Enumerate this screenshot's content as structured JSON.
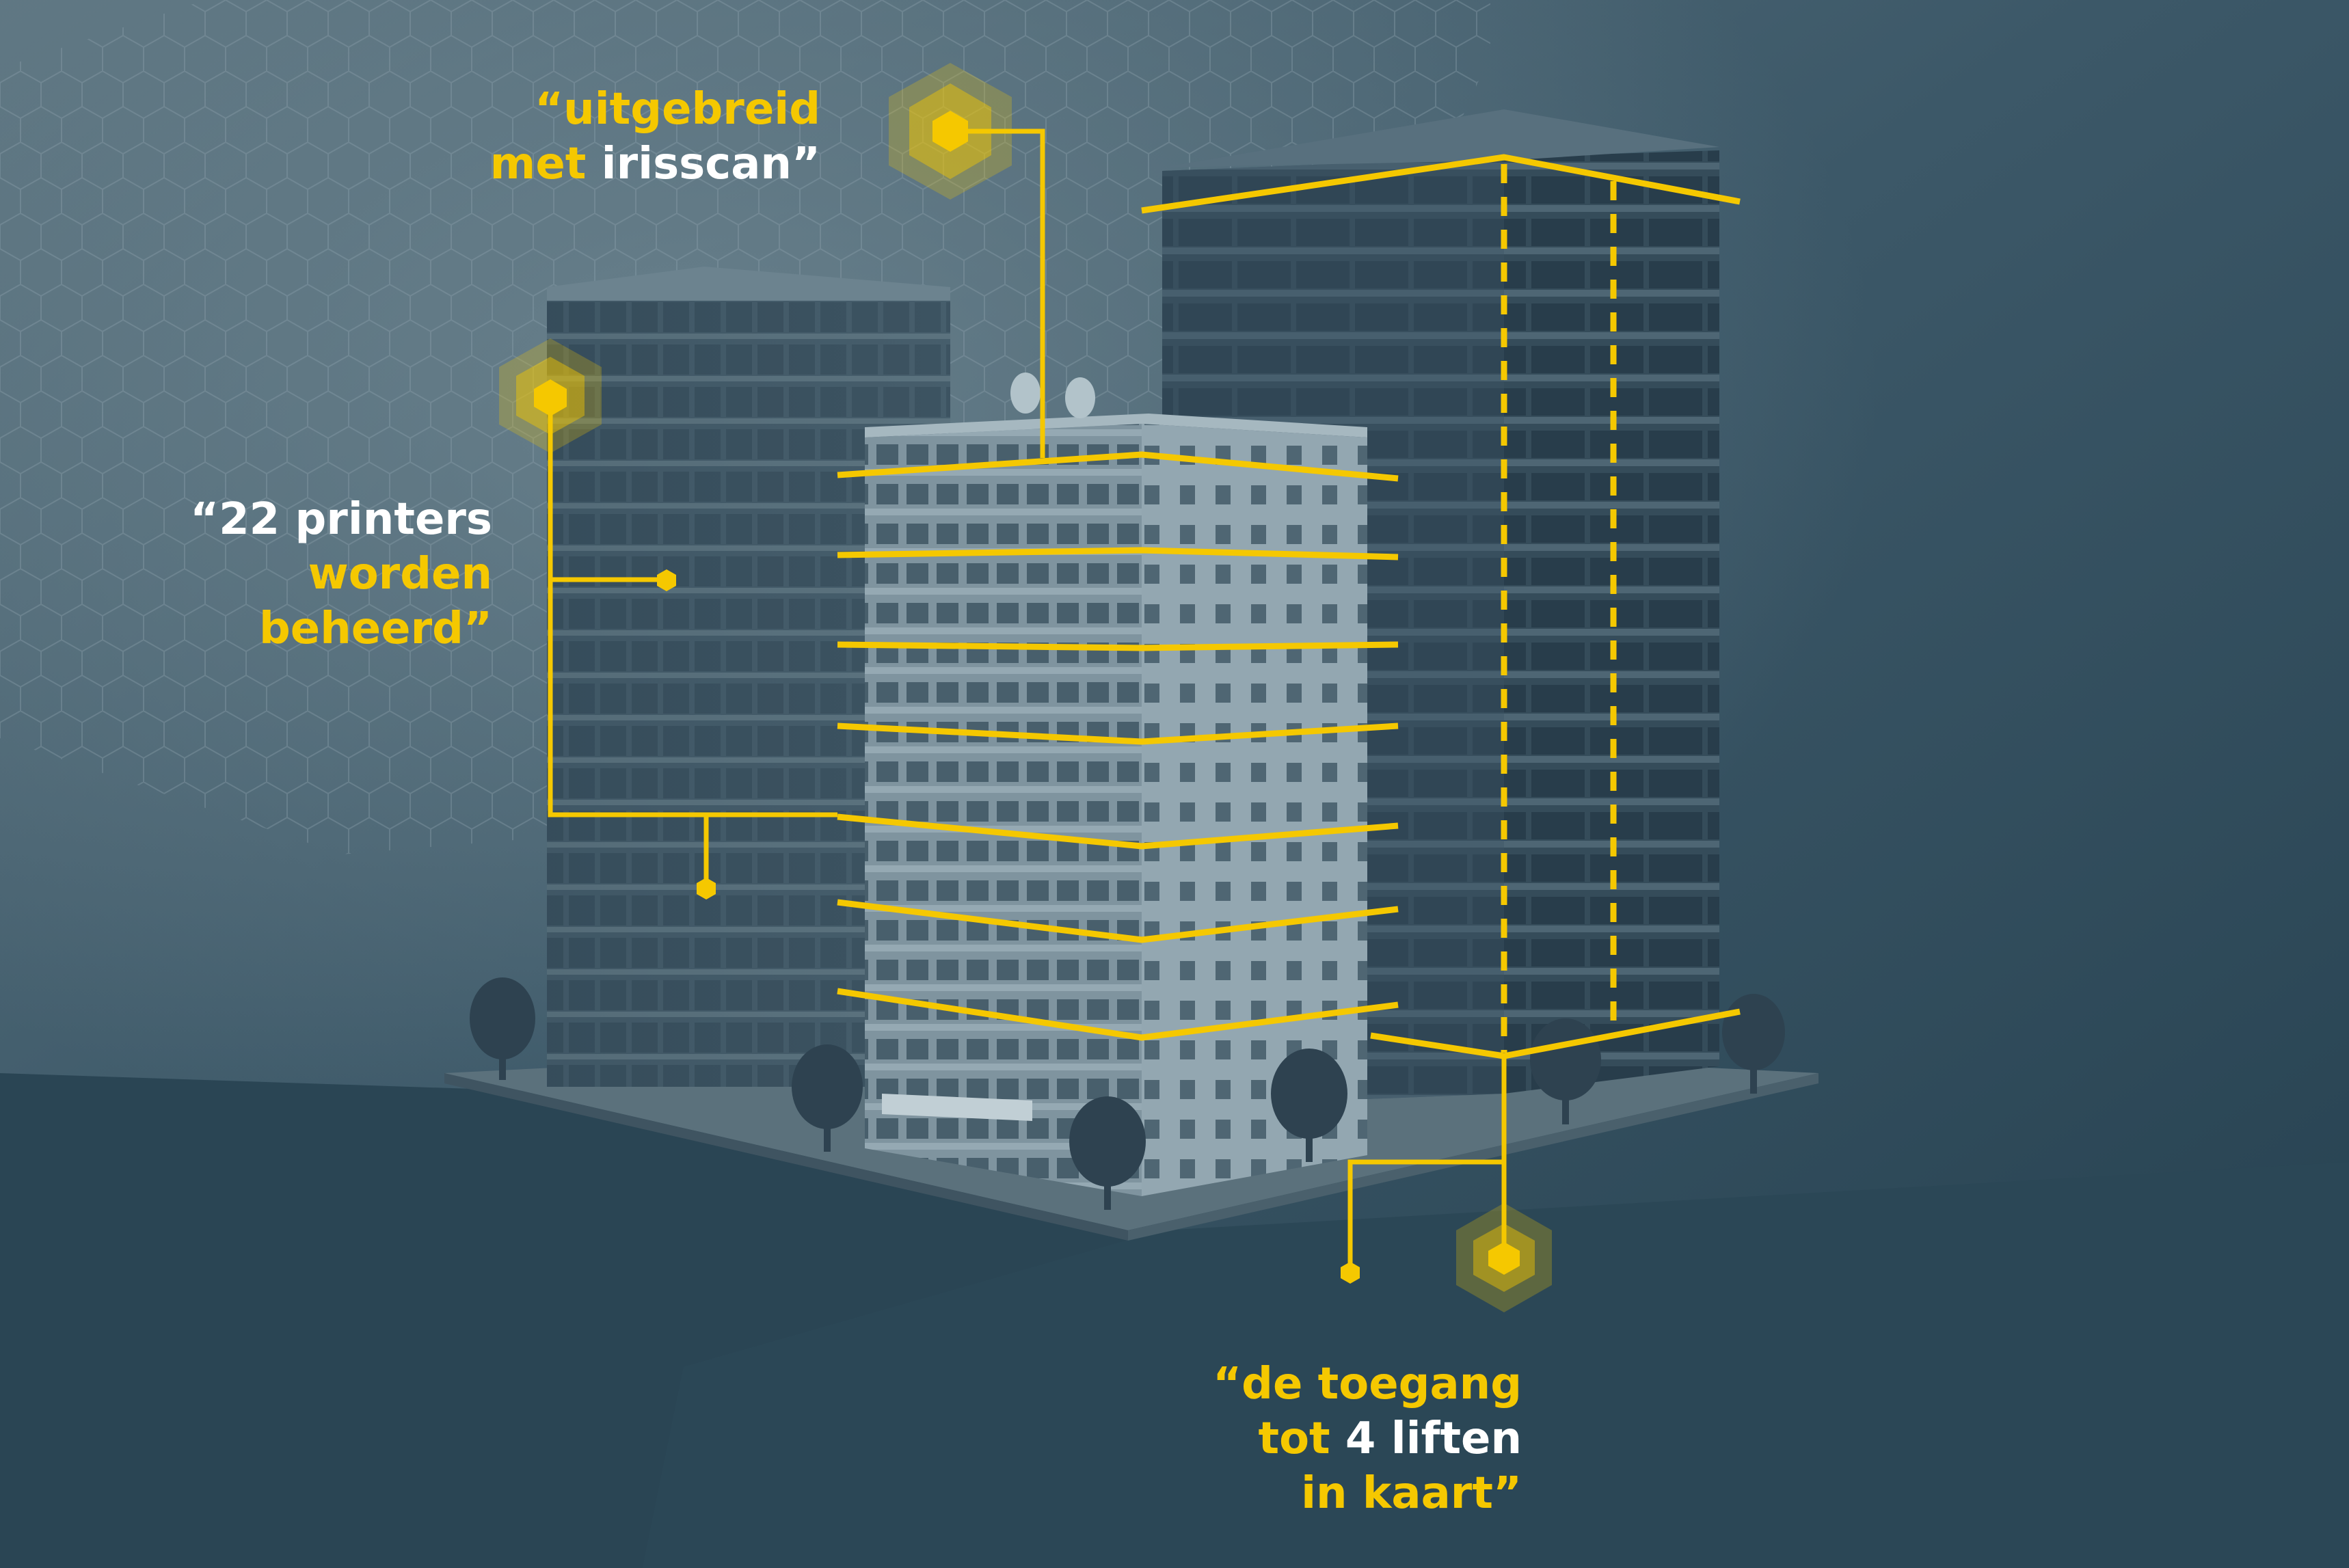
{
  "colors": {
    "accent": "#f5c800",
    "text_light": "#ffffff",
    "background": "#2d4a5a"
  },
  "icons": [
    "hexagon-node-icon",
    "hexagon-dot-icon",
    "hexagon-pattern"
  ],
  "callouts": {
    "iris": {
      "lines": [
        [
          {
            "text": "“uitgebreid",
            "accent": true
          }
        ],
        [
          {
            "text": "met ",
            "accent": true
          },
          {
            "text": "irisscan”",
            "accent": false
          }
        ]
      ]
    },
    "printers": {
      "lines": [
        [
          {
            "text": "“22 printers",
            "accent": false
          }
        ],
        [
          {
            "text": "worden",
            "accent": true
          }
        ],
        [
          {
            "text": "beheerd”",
            "accent": true
          }
        ]
      ]
    },
    "lifts": {
      "lines": [
        [
          {
            "text": "“de toegang",
            "accent": true
          }
        ],
        [
          {
            "text": "tot ",
            "accent": true
          },
          {
            "text": "4 liften",
            "accent": false
          }
        ],
        [
          {
            "text": "in kaart”",
            "accent": true
          }
        ]
      ]
    }
  }
}
